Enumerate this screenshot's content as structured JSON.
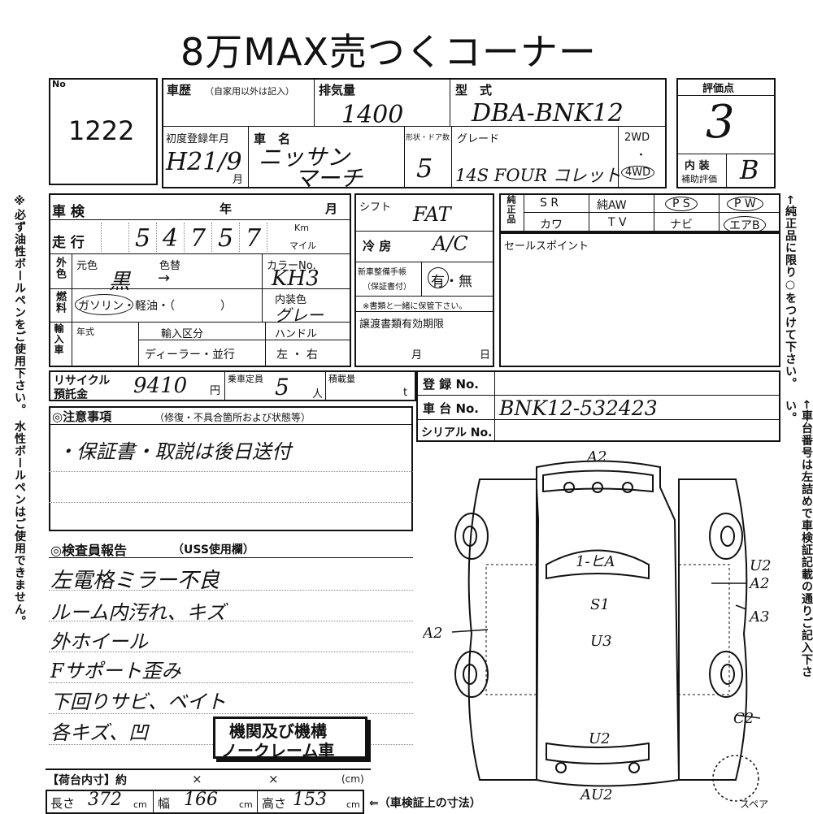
{
  "title": "8万MAX売つくコーナー",
  "no": {
    "label": "No",
    "value": "1222"
  },
  "header": {
    "history_label": "車歴",
    "history_note": "（自家用以外は記入）",
    "displacement_label": "排気量",
    "displacement_value": "1400",
    "model_label": "型　式",
    "model_value": "DBA-BNK12",
    "score_label": "評価点",
    "score_value": "3",
    "first_reg_label": "初度登録年月",
    "first_reg_value": "H21/9",
    "first_reg_unit": "月",
    "car_name_label": "車　名",
    "car_name_line1": "ニッサン",
    "car_name_line2": "マーチ",
    "doors_label": "形状・ドア数",
    "doors_value": "5",
    "grade_label": "グレード",
    "grade_value": "14S FOUR コレット",
    "drive_2wd": "2WD",
    "drive_dot": "・",
    "drive_4wd": "4WD",
    "interior_label_1": "内 装",
    "interior_label_2": "補助評価",
    "interior_value": "B"
  },
  "inspection": {
    "label": "車 検",
    "year": "年",
    "month": "月"
  },
  "mileage": {
    "label": "走 行",
    "digits": [
      "5",
      "4",
      "7",
      "5",
      "7"
    ],
    "unit_km": "Km",
    "unit_mile": "マイル"
  },
  "color": {
    "side_label": "外色",
    "orig_label": "元色",
    "change_label": "色替",
    "orig_value": "黒",
    "arrow": "→",
    "code_label": "カラーNo.",
    "code_value": "KH3"
  },
  "fuel": {
    "side_label": "燃料",
    "options": "ガソリン・軽油・（　　　　）",
    "interior_label": "内装色",
    "interior_value": "グレー"
  },
  "import": {
    "side_label": "輸入車",
    "year_label": "年式",
    "type_label": "輸入区分",
    "type_options": "ディーラー・並行",
    "handle_label": "ハンドル",
    "handle_options": "左 ・ 右"
  },
  "shift": {
    "label": "シフト",
    "value": "FAT"
  },
  "ac": {
    "label": "冷 房",
    "value": "A/C"
  },
  "maintenance": {
    "label_1": "新車整備手帳",
    "label_2": "（保証書付）",
    "value": "有・無",
    "note": "※書類と一緒に保管下さい。"
  },
  "transfer": {
    "label": "譲渡書類有効期限",
    "month": "月",
    "day": "日"
  },
  "genuine": {
    "label": "純正品",
    "row1": [
      "S R",
      "純AW",
      "P S",
      "P W"
    ],
    "row2": [
      "カワ",
      "T V",
      "ナビ",
      "エアB"
    ]
  },
  "sales_point": {
    "label": "セールスポイント"
  },
  "recycle": {
    "label_1": "リサイクル",
    "label_2": "預託金",
    "value": "9410",
    "unit": "円"
  },
  "capacity": {
    "label": "乗車定員",
    "value": "5",
    "unit": "人"
  },
  "load": {
    "label": "積載量",
    "unit": "t"
  },
  "registration": {
    "label": "登 録 No."
  },
  "chassis": {
    "label": "車 台 No.",
    "value": "BNK12-532423"
  },
  "serial": {
    "label": "シリアル No."
  },
  "caution": {
    "label": "◎注意事項",
    "note": "（修復・不具合箇所および状態等）",
    "line1": "・保証書・取説は後日送付"
  },
  "report": {
    "label": "◎検査員報告",
    "note": "（USS使用欄）",
    "lines": [
      "左電格ミラー不良",
      "ルーム内汚れ、キズ",
      "外ホイール",
      "Fサポート歪み",
      "下回りサビ、ベイト",
      "各キズ、凹"
    ]
  },
  "stamp": {
    "line1": "機関及び機構",
    "line2": "ノークレーム車"
  },
  "cargo": {
    "label": "【荷台内寸】約",
    "x1": "×",
    "x2": "×",
    "unit": "(cm)"
  },
  "dims": {
    "length_label": "長さ",
    "length_value": "372",
    "width_label": "幅",
    "width_value": "166",
    "height_label": "高さ",
    "height_value": "153",
    "unit": "cm",
    "note": "⇐（車検証上の寸法）"
  },
  "diagram": {
    "marks": [
      "A2",
      "1-ヒA",
      "S1",
      "U3",
      "A2",
      "U2",
      "A2",
      "A3",
      "C2",
      "U2",
      "AU2"
    ],
    "spare": "スペア"
  },
  "side_left": "※必ず油性ボールペンをご使用下さい。 水性ボールペンはご使用できません。",
  "side_right_1": "←純正品に限り○をつけて下さい。",
  "side_right_2": "←車台番号は左詰めで車検証記載の通りご記入下さい。"
}
